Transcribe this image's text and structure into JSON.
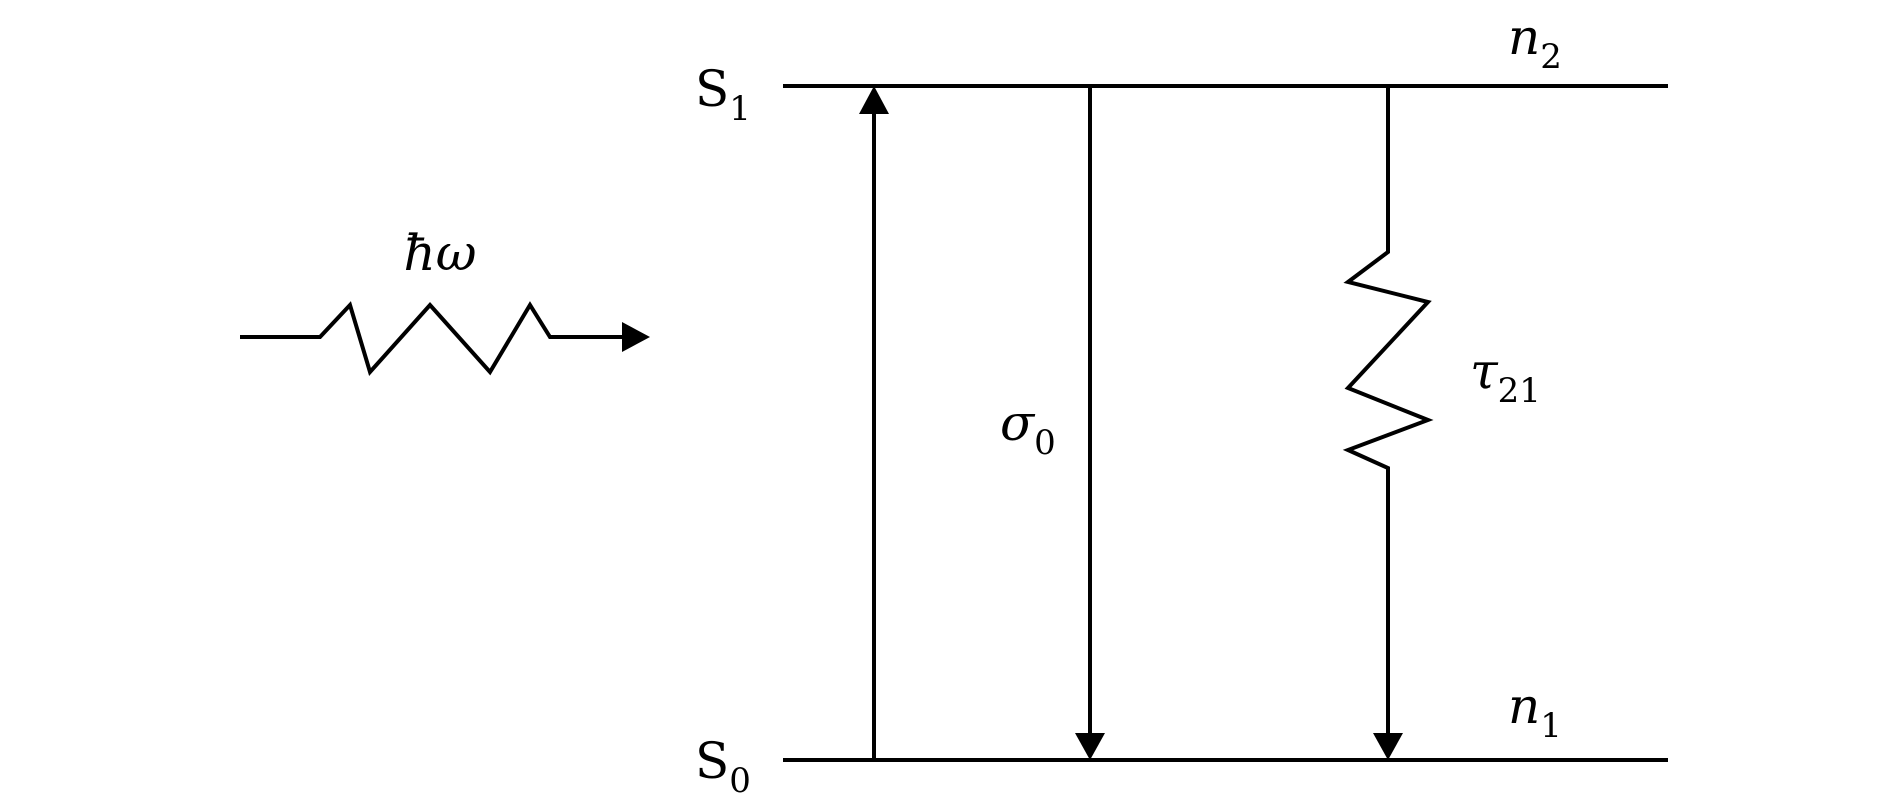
{
  "levels": {
    "upper": {
      "state": {
        "base": "S",
        "sub": "1"
      },
      "population": {
        "base": "n",
        "sub": "2"
      }
    },
    "lower": {
      "state": {
        "base": "S",
        "sub": "0"
      },
      "population": {
        "base": "n",
        "sub": "1"
      }
    }
  },
  "transitions": {
    "photon": {
      "label": "ħω"
    },
    "absorption": {
      "label": ""
    },
    "cross_section": {
      "base": "σ",
      "sub": "0"
    },
    "relaxation": {
      "base": "τ",
      "sub": "21"
    }
  },
  "colors": {
    "stroke": "#000000",
    "background": "#ffffff"
  }
}
